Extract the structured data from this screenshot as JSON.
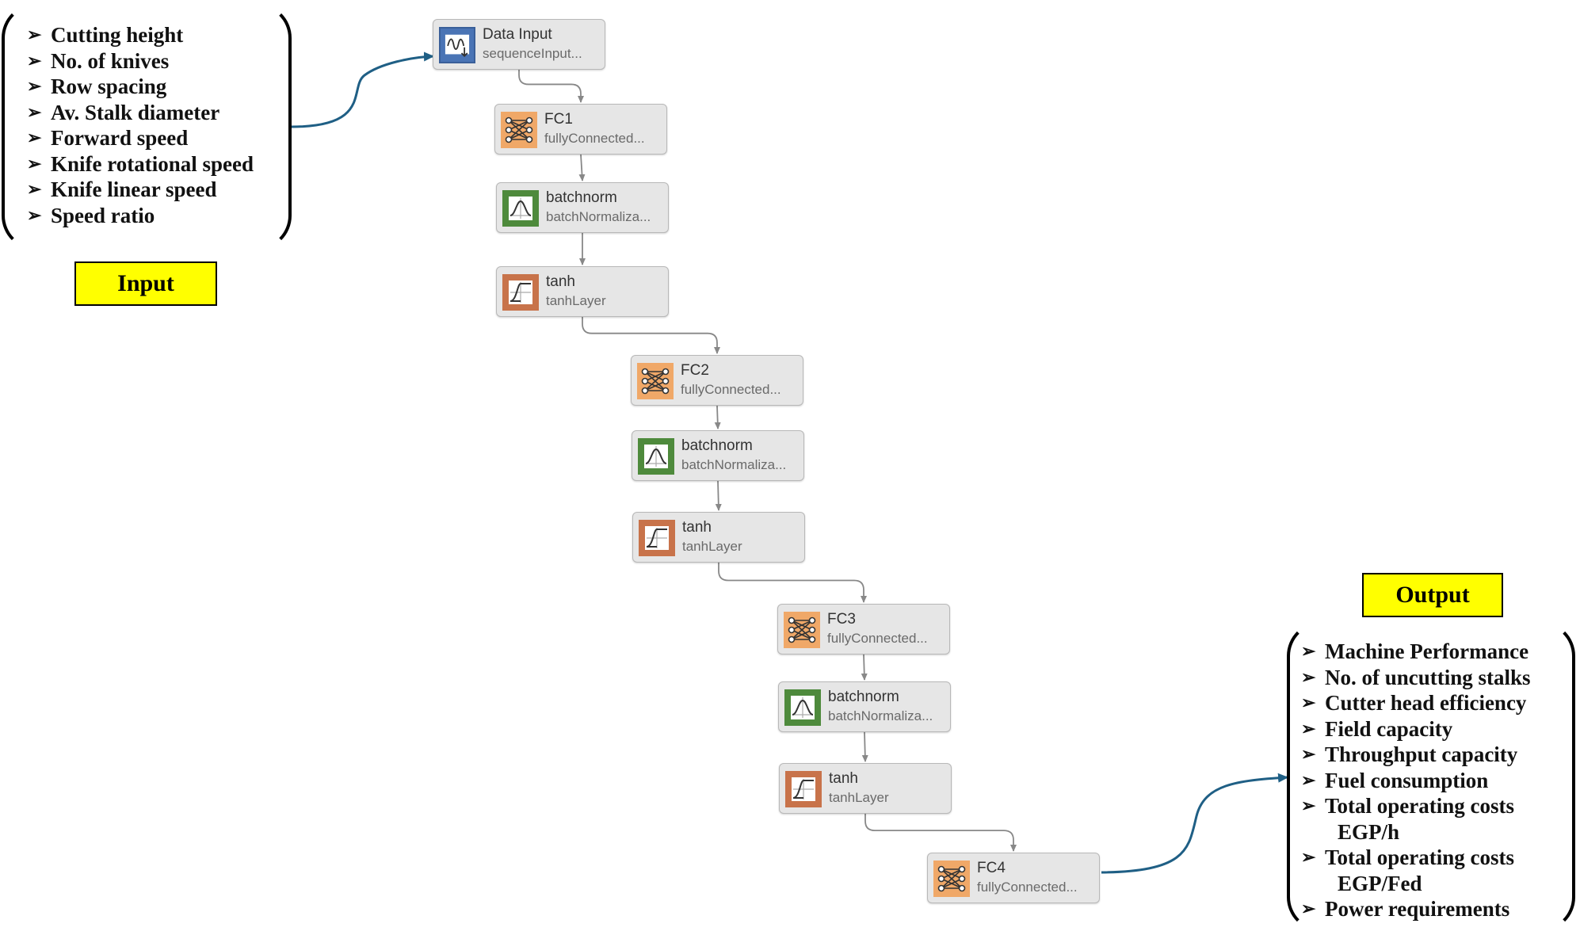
{
  "input_panel": {
    "items": [
      "Cutting height",
      "No. of knives",
      "Row spacing",
      "Av. Stalk diameter",
      "Forward speed",
      "Knife rotational speed",
      "Knife linear speed",
      "Speed ratio"
    ],
    "label": "Input"
  },
  "output_panel": {
    "label": "Output",
    "items": [
      "Machine Performance",
      "No. of uncutting stalks",
      "Cutter head efficiency",
      "Field capacity",
      "Throughput capacity",
      "Fuel consumption",
      "Total operating costs",
      "EGP/h",
      "Total operating costs",
      "EGP/Fed",
      "Power requirements"
    ]
  },
  "network": {
    "layers": [
      {
        "name": "Data Input",
        "type": "sequenceInput...",
        "icon": "sequence-input-icon"
      },
      {
        "name": "FC1",
        "type": "fullyConnected...",
        "icon": "fully-connected-icon"
      },
      {
        "name": "batchnorm",
        "type": "batchNormaliza...",
        "icon": "batch-norm-icon"
      },
      {
        "name": "tanh",
        "type": "tanhLayer",
        "icon": "tanh-icon"
      },
      {
        "name": "FC2",
        "type": "fullyConnected...",
        "icon": "fully-connected-icon"
      },
      {
        "name": "batchnorm",
        "type": "batchNormaliza...",
        "icon": "batch-norm-icon"
      },
      {
        "name": "tanh",
        "type": "tanhLayer",
        "icon": "tanh-icon"
      },
      {
        "name": "FC3",
        "type": "fullyConnected...",
        "icon": "fully-connected-icon"
      },
      {
        "name": "batchnorm",
        "type": "batchNormaliza...",
        "icon": "batch-norm-icon"
      },
      {
        "name": "tanh",
        "type": "tanhLayer",
        "icon": "tanh-icon"
      },
      {
        "name": "FC4",
        "type": "fullyConnected...",
        "icon": "fully-connected-icon"
      }
    ]
  },
  "colors": {
    "label_fill": "#ffff00",
    "arrow": "#1f5f85",
    "connector": "#888888",
    "fc_icon": "#f0a868",
    "bn_icon": "#4e8a3c",
    "tanh_icon": "#c8734a",
    "input_icon": "#4a74b5"
  }
}
